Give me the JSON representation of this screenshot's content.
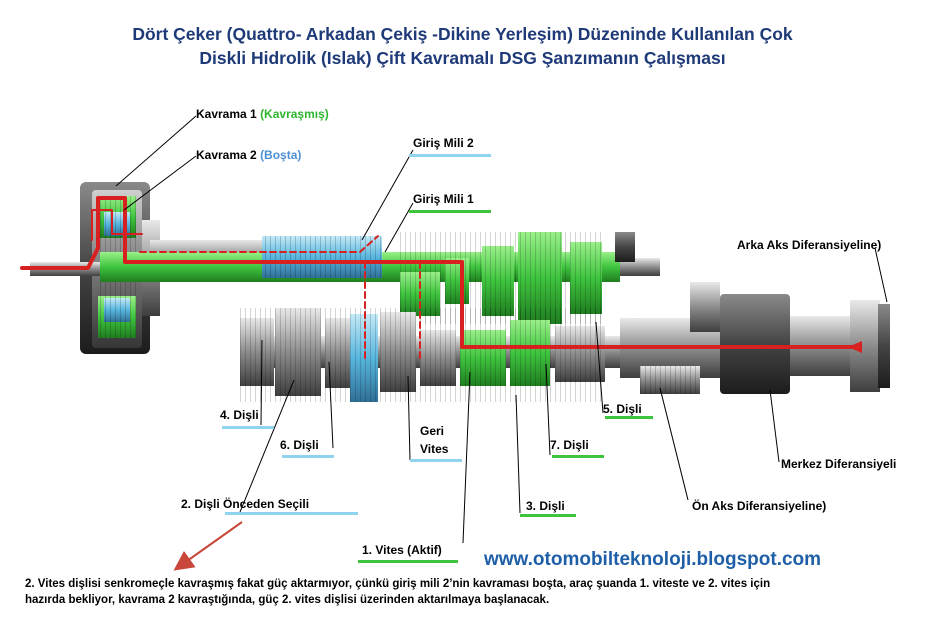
{
  "title": {
    "line1": "Dört Çeker (Quattro- Arkadan Çekiş -Dikine Yerleşim) Düzeninde Kullanılan Çok",
    "line2": "Diskli Hidrolik (Islak) Çift Kavramalı DSG Şanzımanın Çalışması"
  },
  "labels": {
    "clutch1": "Kavrama 1",
    "clutch1_state": "(Kavraşmış)",
    "clutch2": "Kavrama 2",
    "clutch2_state": "(Boşta)",
    "input_shaft2": "Giriş Mili 2",
    "input_shaft1": "Giriş Mili 1",
    "rear_axle": "Arka Aks Diferansiyeline)",
    "gear4": "4. Dişli",
    "gear6": "6. Dişli",
    "reverse1": "Geri",
    "reverse2": "Vites",
    "gear7": "7. Dişli",
    "gear5": "5. Dişli",
    "center_diff": "Merkez Diferansiyeli",
    "gear2_preselected": "2. Dişli Önceden Seçili",
    "gear3": "3. Dişli",
    "front_axle": "Ön Aks Diferansiyeline)",
    "gear1_active": "1. Vites (Aktif)"
  },
  "website": "www.otomobilteknoloji.blogspot.com",
  "note": {
    "line1": "2. Vites dişlisi senkromeçle kavraşmış fakat güç aktarmıyor,  çünkü giriş mili 2’nin kavraması boşta, araç şuanda 1. viteste ve 2. vites için",
    "line2": "hazırda bekliyor, kavrama 2 kavraştığında, güç 2. vites dişlisi üzerinden aktarılmaya başlanacak."
  },
  "colors": {
    "title": "#1f3a78",
    "engaged_green": "#2fb52f",
    "idle_blue": "#4d8fd1",
    "power_flow_red": "#d82020",
    "website": "#1f5fa8"
  }
}
